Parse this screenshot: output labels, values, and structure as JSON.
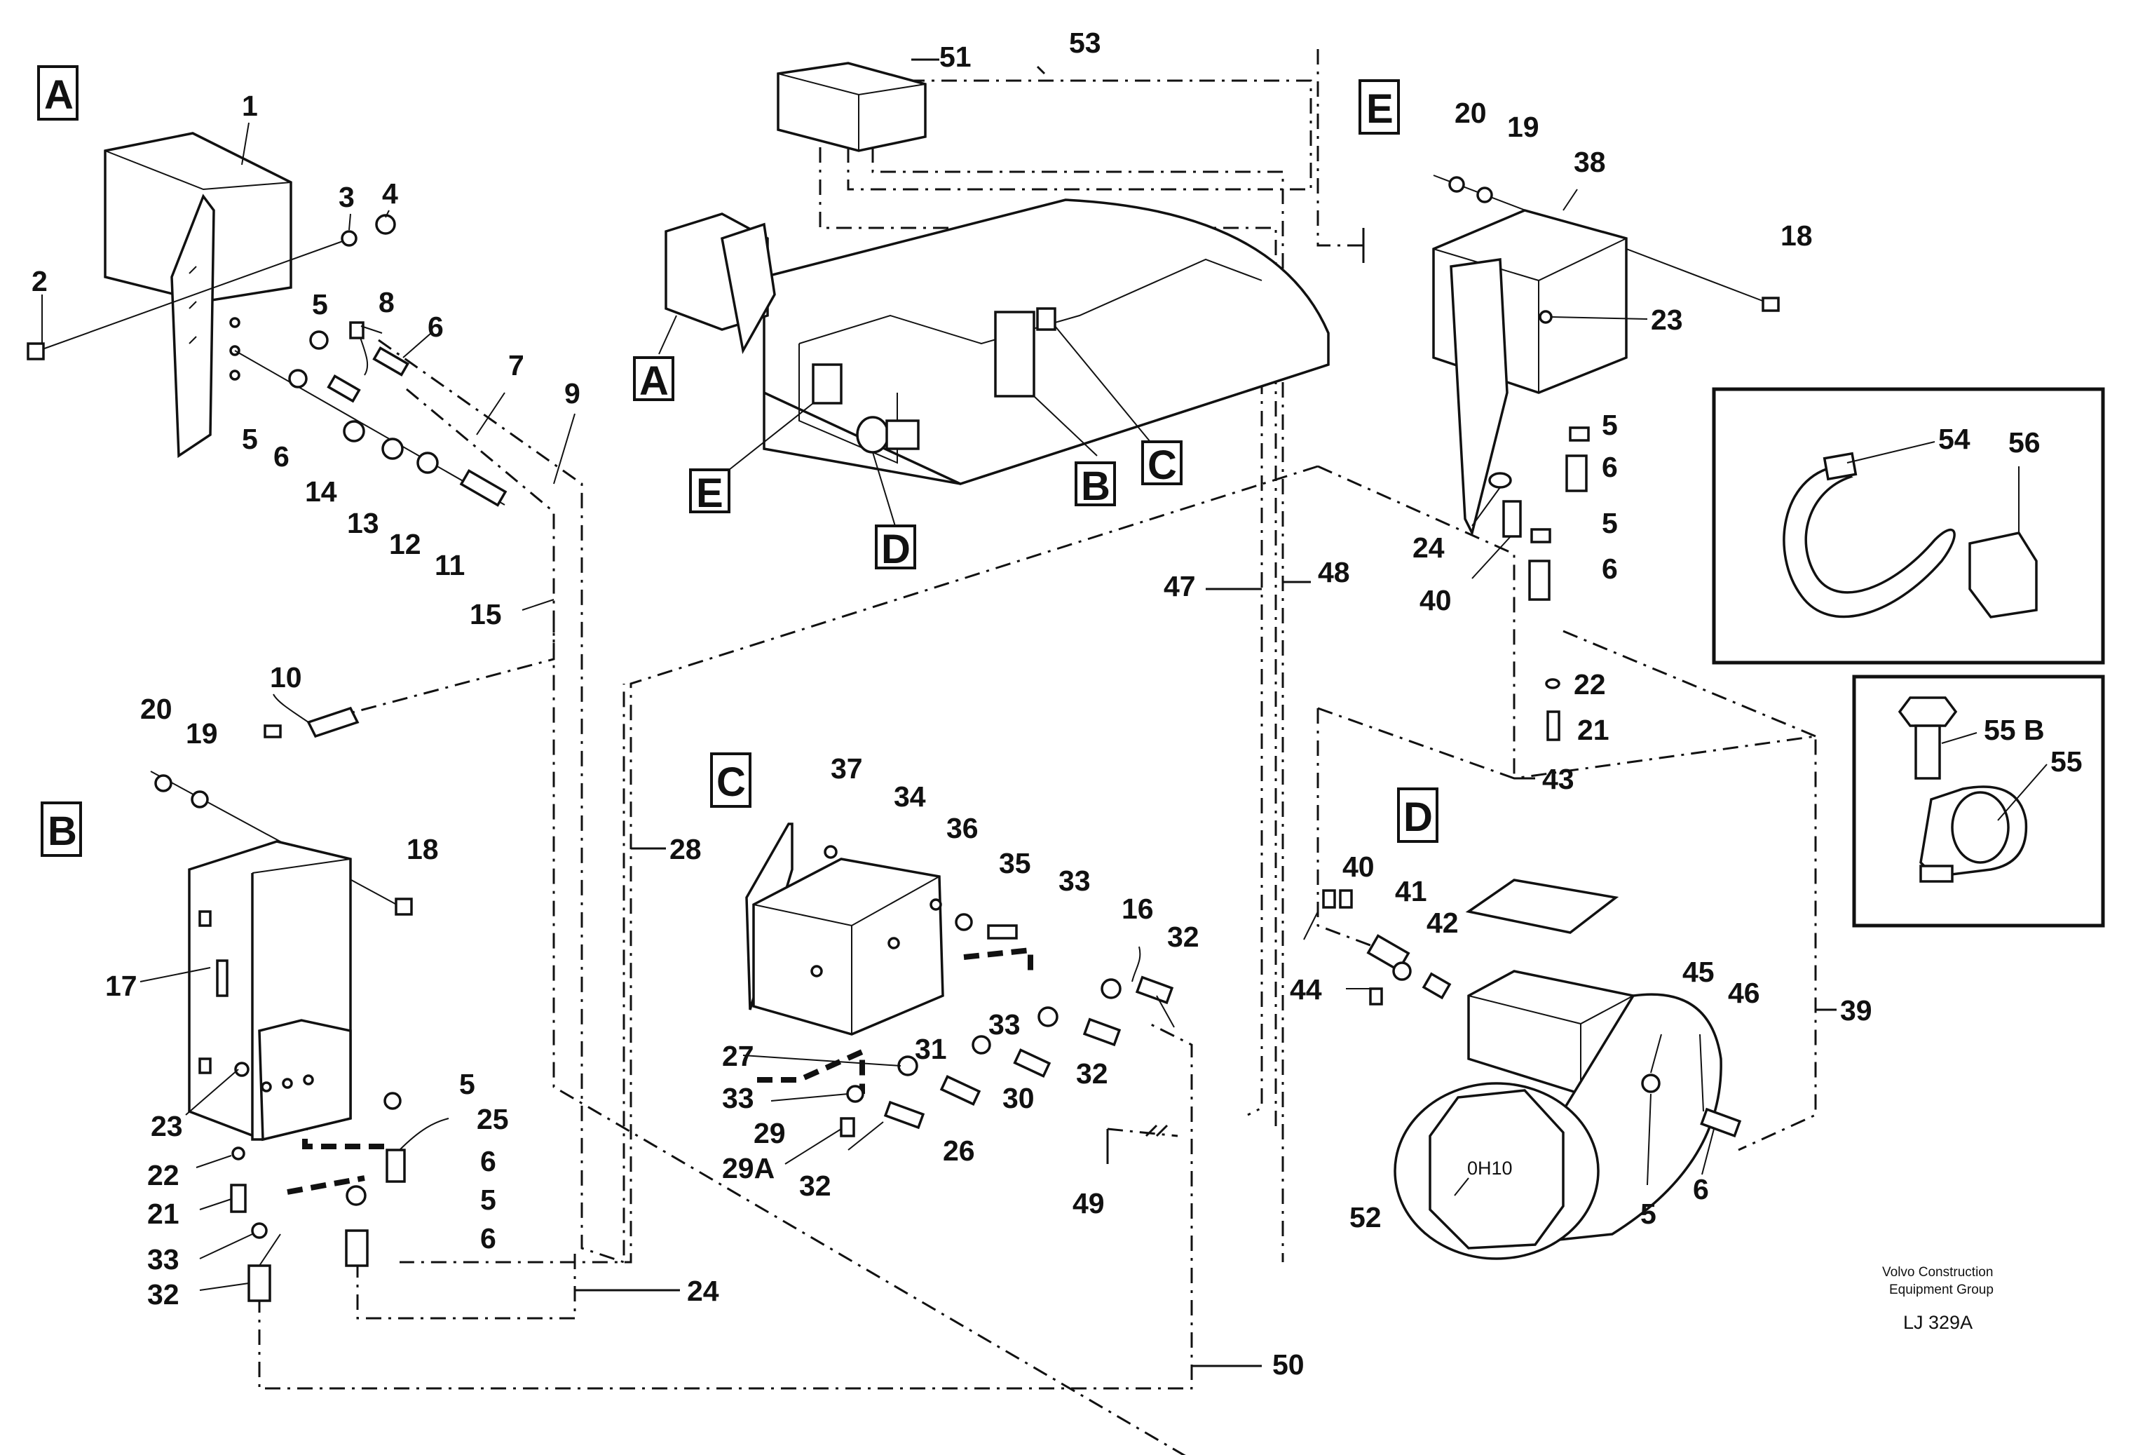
{
  "sections": {
    "A": "A",
    "B": "B",
    "C": "C",
    "D": "D",
    "E": "E"
  },
  "callouts": {
    "A": "A",
    "B": "B",
    "C": "C",
    "D": "D",
    "E": "E"
  },
  "labels": {
    "p1": "1",
    "p2": "2",
    "p3": "3",
    "p4": "4",
    "p5": "5",
    "p6": "6",
    "p7": "7",
    "p8": "8",
    "p9": "9",
    "p10": "10",
    "p11": "11",
    "p12": "12",
    "p13": "13",
    "p14": "14",
    "p15": "15",
    "p16": "16",
    "p17": "17",
    "p18": "18",
    "p19": "19",
    "p20": "20",
    "p21": "21",
    "p22": "22",
    "p23": "23",
    "p24": "24",
    "p25": "25",
    "p26": "26",
    "p27": "27",
    "p28": "28",
    "p29": "29",
    "p29A": "29A",
    "p30": "30",
    "p31": "31",
    "p32": "32",
    "p33": "33",
    "p34": "34",
    "p35": "35",
    "p36": "36",
    "p37": "37",
    "p38": "38",
    "p39": "39",
    "p40": "40",
    "p41": "41",
    "p42": "42",
    "p43": "43",
    "p44": "44",
    "p45": "45",
    "p46": "46",
    "p47": "47",
    "p48": "48",
    "p49": "49",
    "p50": "50",
    "p51": "51",
    "p52": "52",
    "p53": "53",
    "p54": "54",
    "p55": "55",
    "p55B": "55 B",
    "p56": "56"
  },
  "component_marking": "0H10",
  "footer": {
    "company_line1": "Volvo Construction",
    "company_line2": "Equipment Group",
    "drawing_ref": "LJ 329A"
  }
}
